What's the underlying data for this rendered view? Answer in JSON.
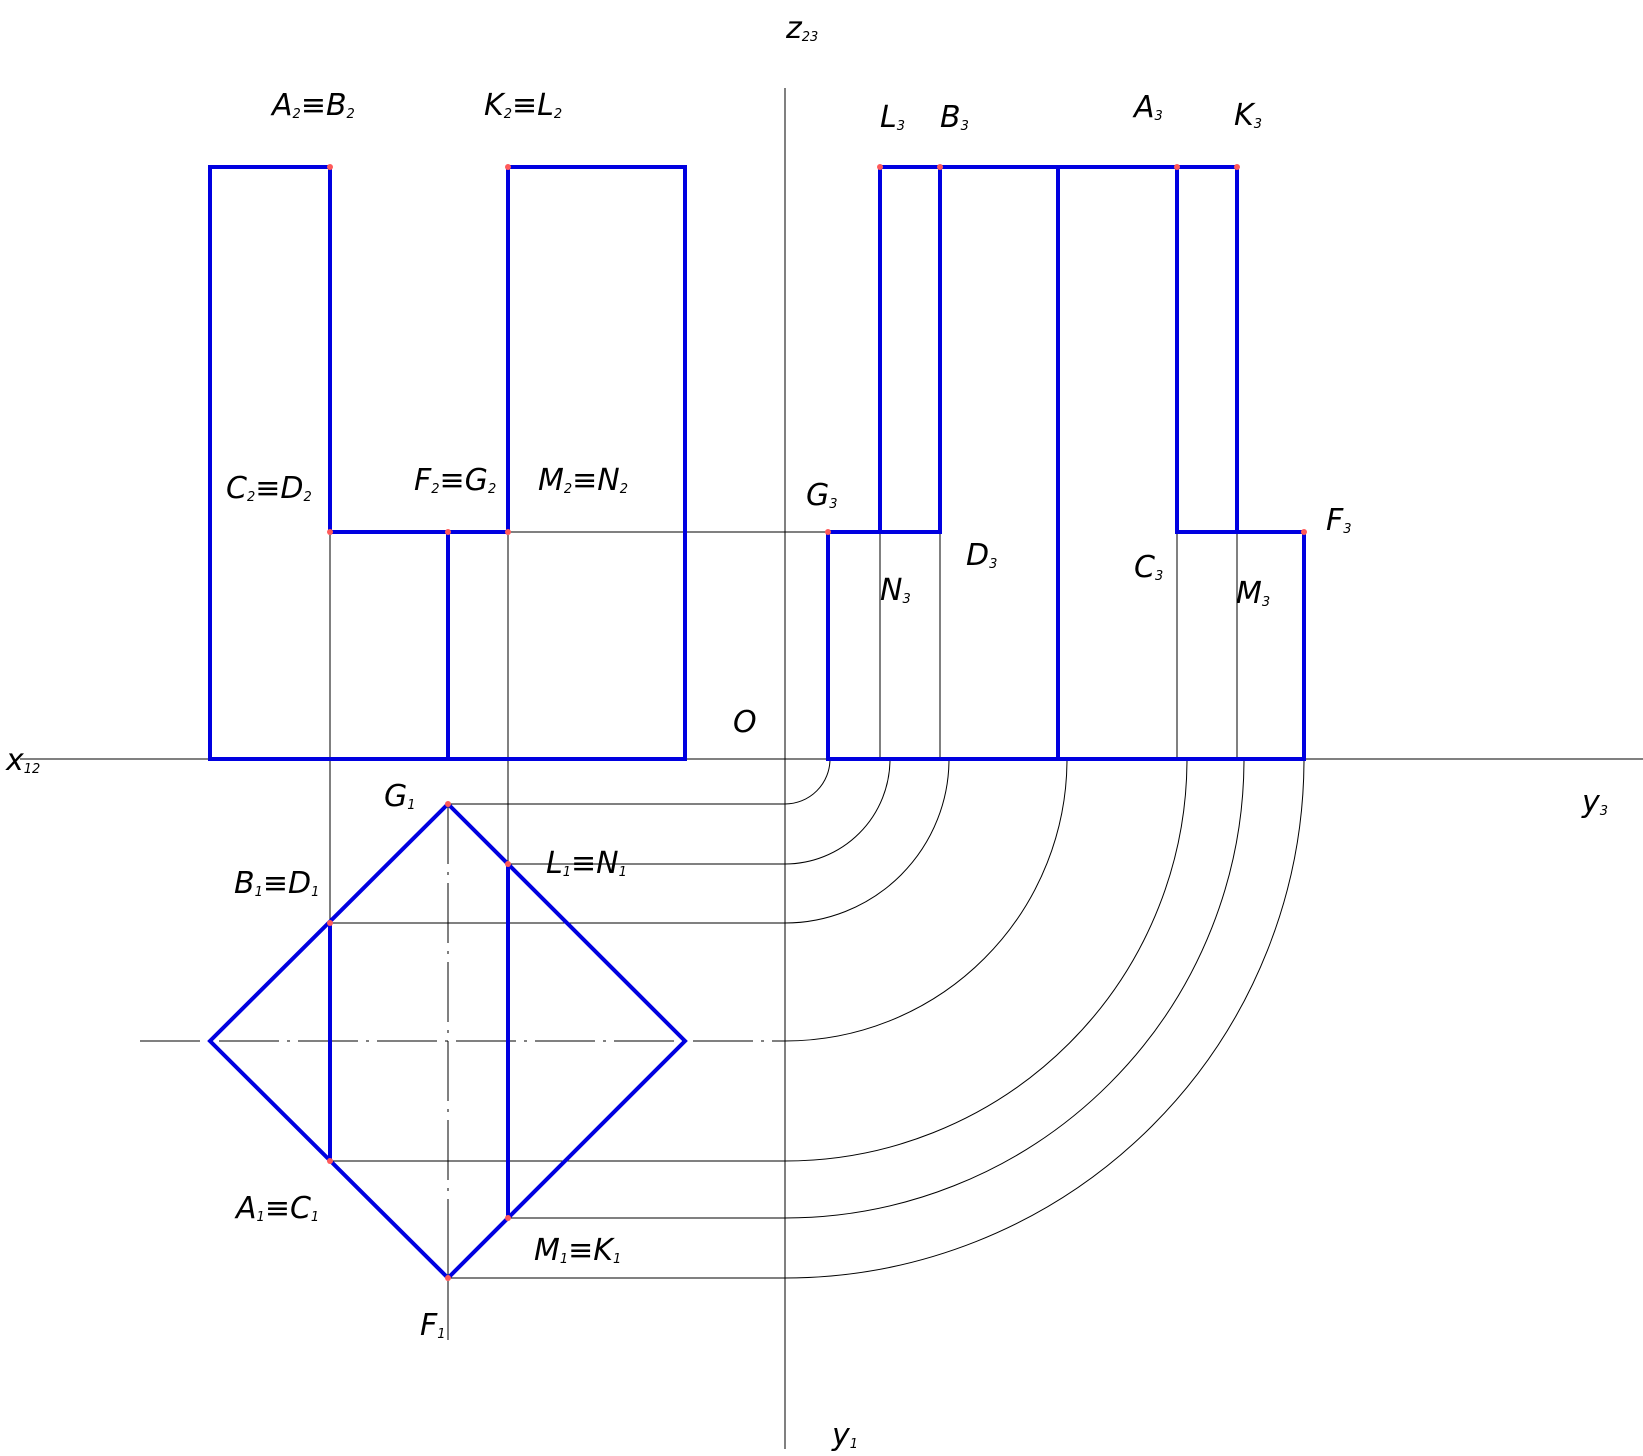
{
  "labels": {
    "z23": {
      "main": "z",
      "sub": "23"
    },
    "x12": {
      "main": "x",
      "sub": "12"
    },
    "y3": {
      "main": "y",
      "sub": "3"
    },
    "y1": {
      "main": "y",
      "sub": "1"
    },
    "O": {
      "main": "O",
      "sub": ""
    },
    "A2B2": {
      "main": "A",
      "sub": "2",
      "main2": "≡B",
      "sub2": "2"
    },
    "K2L2": {
      "main": "K",
      "sub": "2",
      "main2": "≡L",
      "sub2": "2"
    },
    "C2D2": {
      "main": "C",
      "sub": "2",
      "main2": "≡D",
      "sub2": "2"
    },
    "F2G2": {
      "main": "F",
      "sub": "2",
      "main2": "≡G",
      "sub2": "2"
    },
    "M2N2": {
      "main": "M",
      "sub": "2",
      "main2": "≡N",
      "sub2": "2"
    },
    "L3": {
      "main": "L",
      "sub": "3"
    },
    "B3": {
      "main": "B",
      "sub": "3"
    },
    "A3": {
      "main": "A",
      "sub": "3"
    },
    "K3": {
      "main": "K",
      "sub": "3"
    },
    "G3": {
      "main": "G",
      "sub": "3"
    },
    "F3": {
      "main": "F",
      "sub": "3"
    },
    "D3": {
      "main": "D",
      "sub": "3"
    },
    "C3": {
      "main": "C",
      "sub": "3"
    },
    "N3": {
      "main": "N",
      "sub": "3"
    },
    "M3": {
      "main": "M",
      "sub": "3"
    },
    "G1": {
      "main": "G",
      "sub": "1"
    },
    "L1N1": {
      "main": "L",
      "sub": "1",
      "main2": "≡N",
      "sub2": "1"
    },
    "B1D1": {
      "main": "B",
      "sub": "1",
      "main2": "≡D",
      "sub2": "1"
    },
    "A1C1": {
      "main": "A",
      "sub": "1",
      "main2": "≡C",
      "sub2": "1"
    },
    "M1K1": {
      "main": "M",
      "sub": "1",
      "main2": "≡K",
      "sub2": "1"
    },
    "F1": {
      "main": "F",
      "sub": "1"
    }
  },
  "colors": {
    "object_line": "#0000e0",
    "construction_line": "#000000",
    "point_marker": "#ff5a5a",
    "background": "#ffffff"
  }
}
